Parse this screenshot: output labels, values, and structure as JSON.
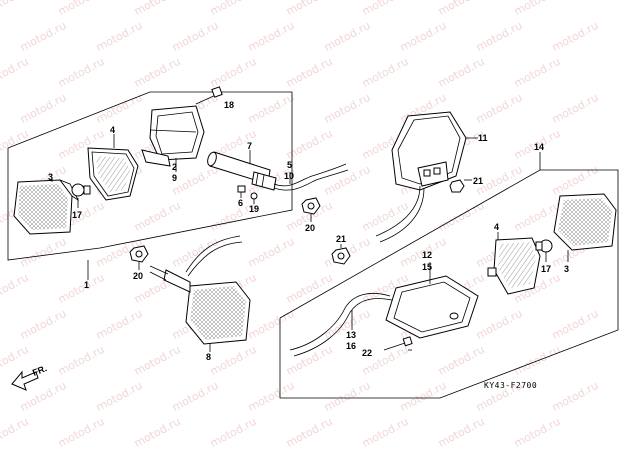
{
  "watermark": "motod.ru",
  "figure_code": "KY43-F2700",
  "front_label": "FR.",
  "callouts": {
    "c1": "1",
    "c2": "2",
    "c3a": "3",
    "c3b": "3",
    "c4a": "4",
    "c4b": "4",
    "c5": "5",
    "c6": "6",
    "c7": "7",
    "c8": "8",
    "c9": "9",
    "c10": "10",
    "c11": "11",
    "c12": "12",
    "c13": "13",
    "c14": "14",
    "c15": "15",
    "c16": "16",
    "c17a": "17",
    "c17b": "17",
    "c18": "18",
    "c19": "19",
    "c20a": "20",
    "c20b": "20",
    "c21a": "21",
    "c21b": "21",
    "c22": "22"
  }
}
